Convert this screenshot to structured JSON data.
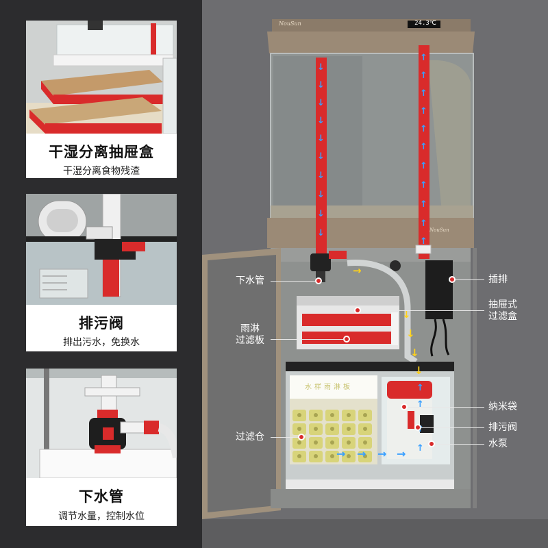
{
  "features": [
    {
      "title": "干湿分离抽屉盒",
      "caption": "干湿分离食物残渣"
    },
    {
      "title": "排污阀",
      "caption": "排出污水，免换水"
    },
    {
      "title": "下水管",
      "caption": "调节水量，控制水位"
    }
  ],
  "tank": {
    "temperature": "24.3℃",
    "brand": "NouSun"
  },
  "filter_label": "水样雨淋板",
  "callouts": [
    {
      "id": "drain-pipe",
      "lines": [
        "下水管"
      ]
    },
    {
      "id": "rain-filter-plate",
      "lines": [
        "雨淋",
        "过滤板"
      ]
    },
    {
      "id": "filter-chamber",
      "lines": [
        "过滤仓"
      ]
    },
    {
      "id": "power-strip",
      "lines": [
        "插排"
      ]
    },
    {
      "id": "drawer-filter-box",
      "lines": [
        "抽屉式",
        "过滤盒"
      ]
    },
    {
      "id": "nano-bag",
      "lines": [
        "纳米袋"
      ]
    },
    {
      "id": "drain-valve",
      "lines": [
        "排污阀"
      ]
    },
    {
      "id": "water-pump",
      "lines": [
        "水泵"
      ]
    }
  ],
  "colors": {
    "pipe": "#d92b2b",
    "flow_arrow": "#3aa0ff",
    "flow_arrow_yellow": "#ffd21a",
    "frame": "#9b8a76"
  },
  "icons": {
    "down": "↓",
    "up": "↑",
    "right": "→"
  }
}
